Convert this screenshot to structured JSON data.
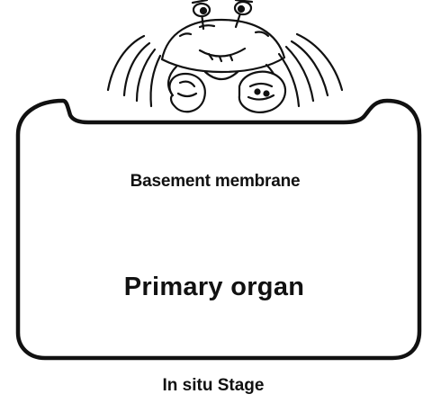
{
  "diagram": {
    "membrane_label": "Basement membrane",
    "organ_label": "Primary organ",
    "stage_label": "In situ Stage"
  },
  "illustration": {
    "subject": "cartoon crab peeking over the organ boundary",
    "icon": "crab-icon"
  },
  "colors": {
    "stroke": "#111111",
    "background": "#ffffff"
  }
}
